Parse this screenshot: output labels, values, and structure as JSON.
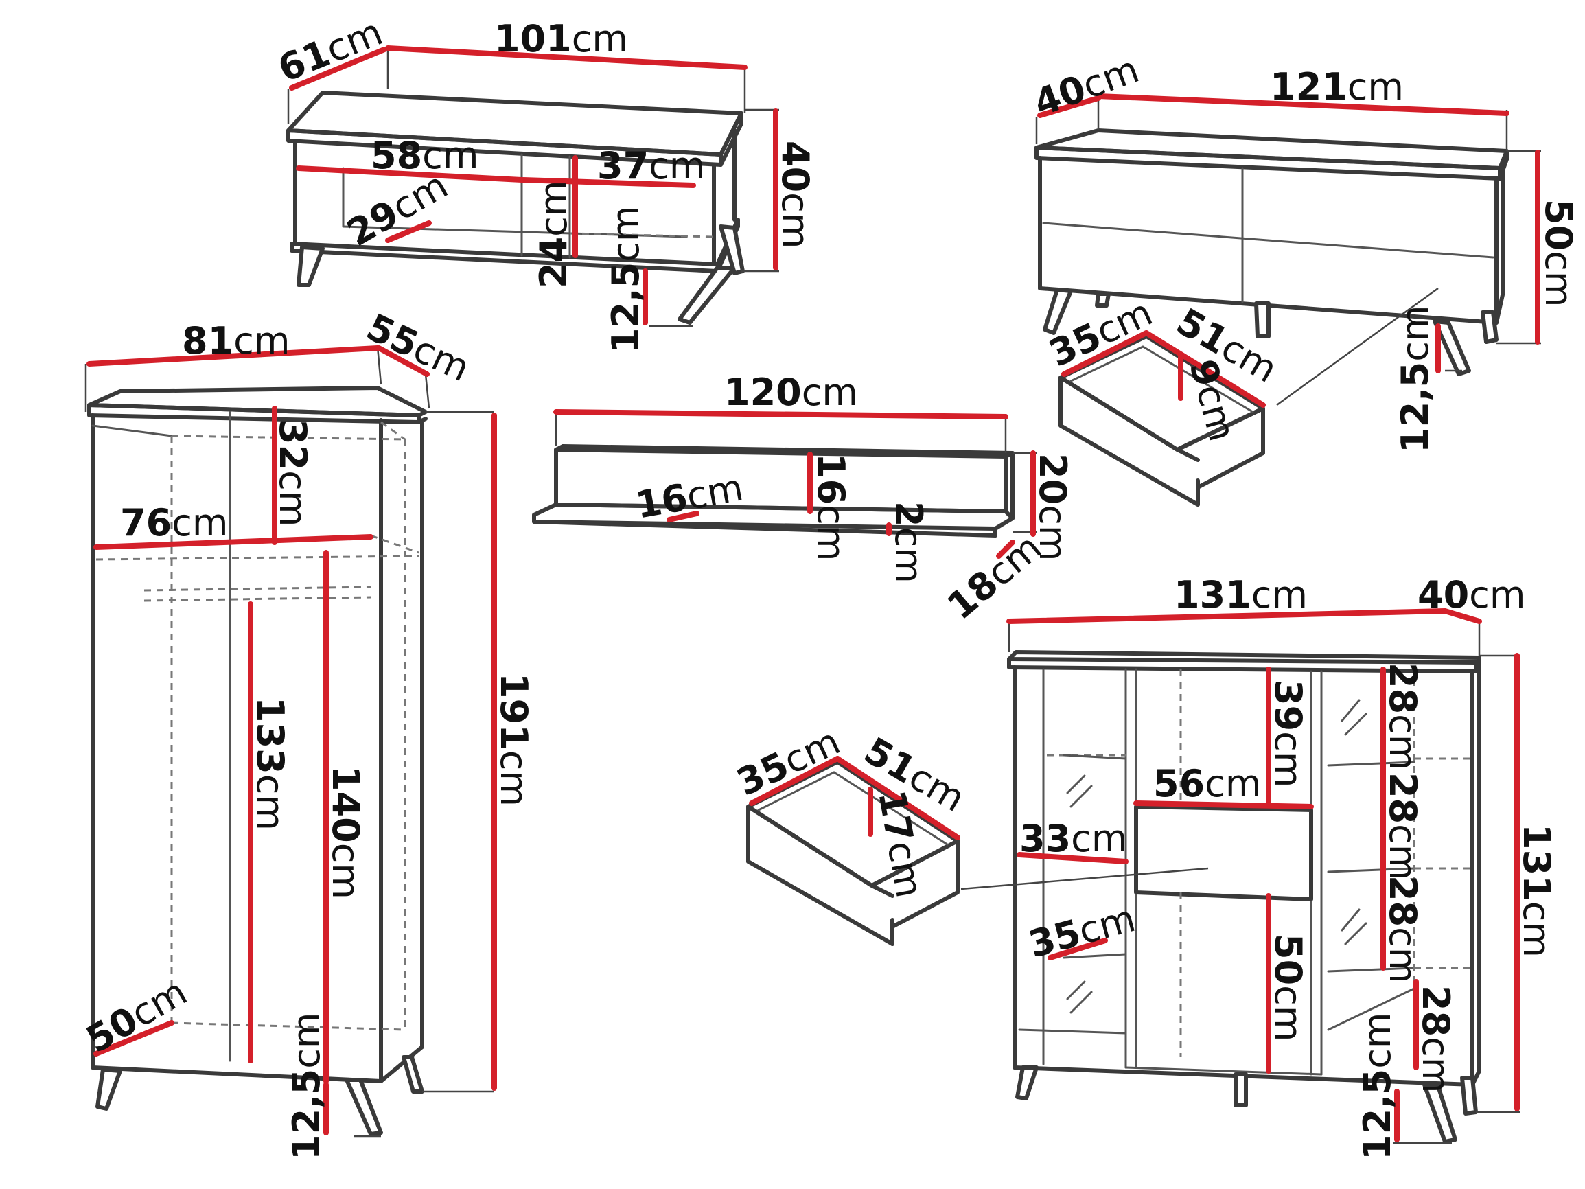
{
  "colors": {
    "dimension_line": "#d4202a",
    "outline": "#3a3a3a",
    "background": "#ffffff"
  },
  "unit": "cm",
  "coffee_table": {
    "depth": "61",
    "width": "101",
    "height": "40",
    "shelf_width": "58",
    "compartment_width": "37",
    "inner_depth": "29",
    "inner_height": "24",
    "leg_height": "12,5"
  },
  "sideboard": {
    "depth": "40",
    "width": "121",
    "height": "50",
    "leg_height": "12,5",
    "drawer_depth": "35",
    "drawer_width": "51",
    "drawer_height": "9"
  },
  "wardrobe": {
    "width": "81",
    "depth": "55",
    "top_height": "32",
    "inner_width": "76",
    "rod_height": "133",
    "door_height": "140",
    "height": "191",
    "inner_depth": "50",
    "leg_height": "12,5"
  },
  "wall_shelf": {
    "width": "120",
    "depth_front": "16",
    "panel_height": "16",
    "lip": "2",
    "height": "20",
    "depth": "18"
  },
  "highboard": {
    "width": "131",
    "depth": "40",
    "height": "131",
    "shelf_height_1": "39",
    "shelf_height_a": "28",
    "shelf_height_b": "28",
    "shelf_height_c": "28",
    "shelf_height_d": "28",
    "middle_width": "56",
    "glass_width": "33",
    "glass_depth": "35",
    "lower_height": "50",
    "leg_height": "12,5",
    "drawer_depth": "35",
    "drawer_width": "51",
    "drawer_height": "17"
  }
}
